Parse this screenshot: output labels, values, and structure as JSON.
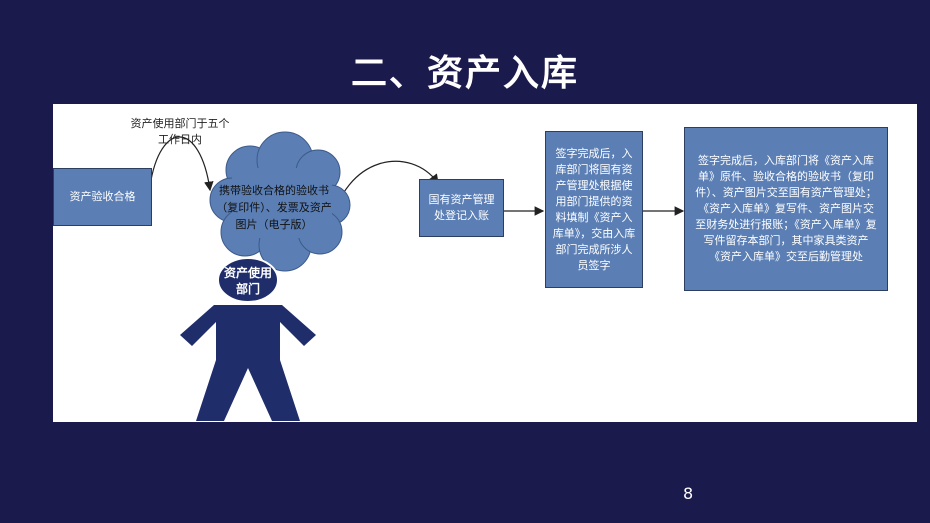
{
  "slide": {
    "title": "二、资产入库",
    "page_number": "8"
  },
  "diagram": {
    "step_acceptance": "资产验收合格",
    "timing_note": "资产使用部门于五个工作日内",
    "cloud_text": "携带验收合格的验收书（复印件）、发票及资产图片（电子版）",
    "person_label": "资产使用部门",
    "step_register": "国有资产管理处登记入账",
    "step_sign": "签字完成后，入库部门将国有资产管理处根据使用部门提供的资料填制《资产入库单》，交由入库部门完成所涉人员签字",
    "step_hand_over": "签字完成后，入库部门将《资产入库单》原件、验收合格的验收书（复印件）、资产图片交至国有资产管理处；《资产入库单》复写件、资产图片交至财务处进行报账；《资产入库单》复写件留存本部门，其中家具类资产《资产入库单》交至后勤管理处"
  },
  "colors": {
    "background": "#1b1a4d",
    "box_fill": "#5b7fb5",
    "figure": "#1f2d6b"
  }
}
